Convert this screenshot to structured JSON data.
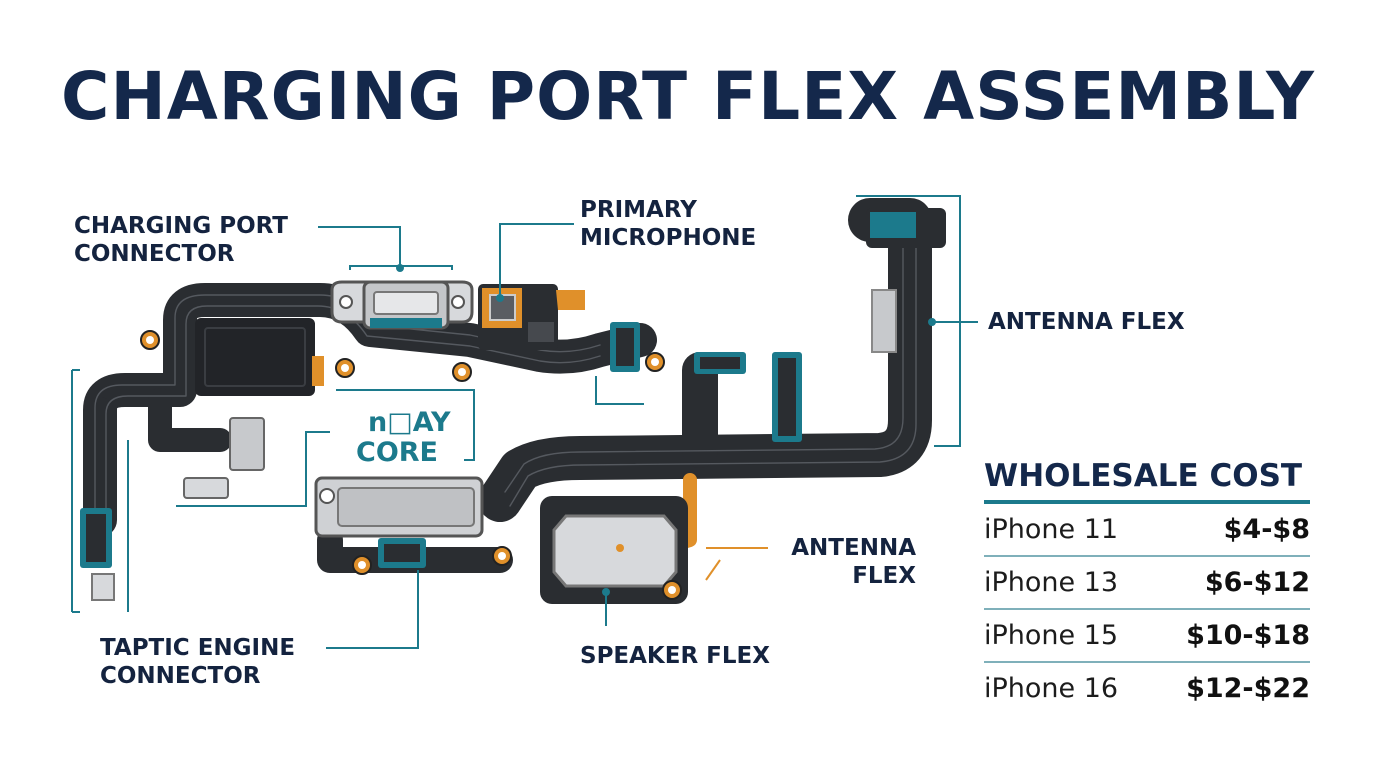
{
  "title": "CHARGING PORT FLEX ASSEMBLY",
  "labels": {
    "charging_port_connector": "CHARGING PORT\nCONNECTOR",
    "primary_microphone": "PRIMARY\nMICROPHONE",
    "antenna_flex_right": "ANTENNA FLEX",
    "antenna_flex_lower": "ANTENNA\nFLEX",
    "speaker_flex": "SPEAKER FLEX",
    "taptic_engine_connector": "TAPTIC ENGINE\nCONNECTOR",
    "logo_line1": "n□AY",
    "logo_line2": "CORE"
  },
  "wholesale_cost": {
    "heading": "WHOLESALE COST",
    "rows": [
      {
        "model": "iPhone 11",
        "price": "$4-$8"
      },
      {
        "model": "iPhone 13",
        "price": "$6-$12"
      },
      {
        "model": "iPhone 15",
        "price": "$10-$18"
      },
      {
        "model": "iPhone 16",
        "price": "$12-$22"
      }
    ]
  },
  "colors": {
    "flex_dark": "#2a2d31",
    "accent_teal": "#1c7a8c",
    "copper": "#e0902a",
    "title_navy": "#14284b"
  }
}
